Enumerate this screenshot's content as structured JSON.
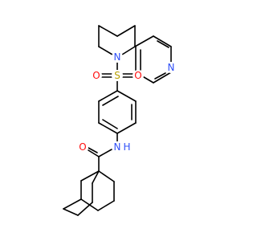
{
  "colors": {
    "bond": "#000000",
    "nitrogen": "#3050F8",
    "oxygen": "#FF0D0D",
    "sulfur": "#B8A000",
    "background": "#ffffff"
  },
  "atoms": {
    "n_pyridine": "N",
    "n_piperidine": "N",
    "s_sulfonyl": "S",
    "o_sulfonyl_left": "O",
    "o_sulfonyl_right": "O",
    "n_amide": "N",
    "h_amide": "H",
    "o_carbonyl": "O"
  }
}
